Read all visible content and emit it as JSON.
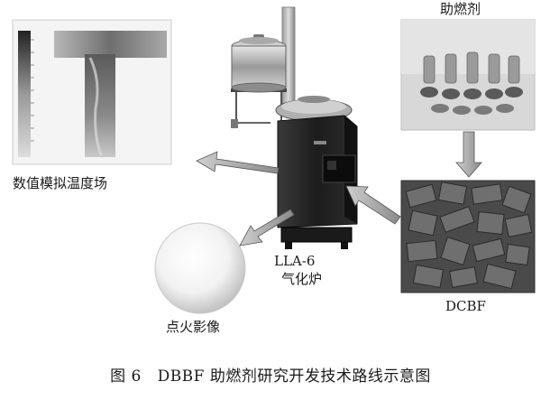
{
  "labels": {
    "additive": "助燃剂",
    "simulation": "数值模拟温度场",
    "stove_model": "LLA-6",
    "stove_name": "气化炉",
    "ignition": "点火影像",
    "briquette": "DCBF"
  },
  "caption": {
    "figure_no": "图 6",
    "title": "DBBF 助燃剂研究开发技术路线示意图"
  }
}
